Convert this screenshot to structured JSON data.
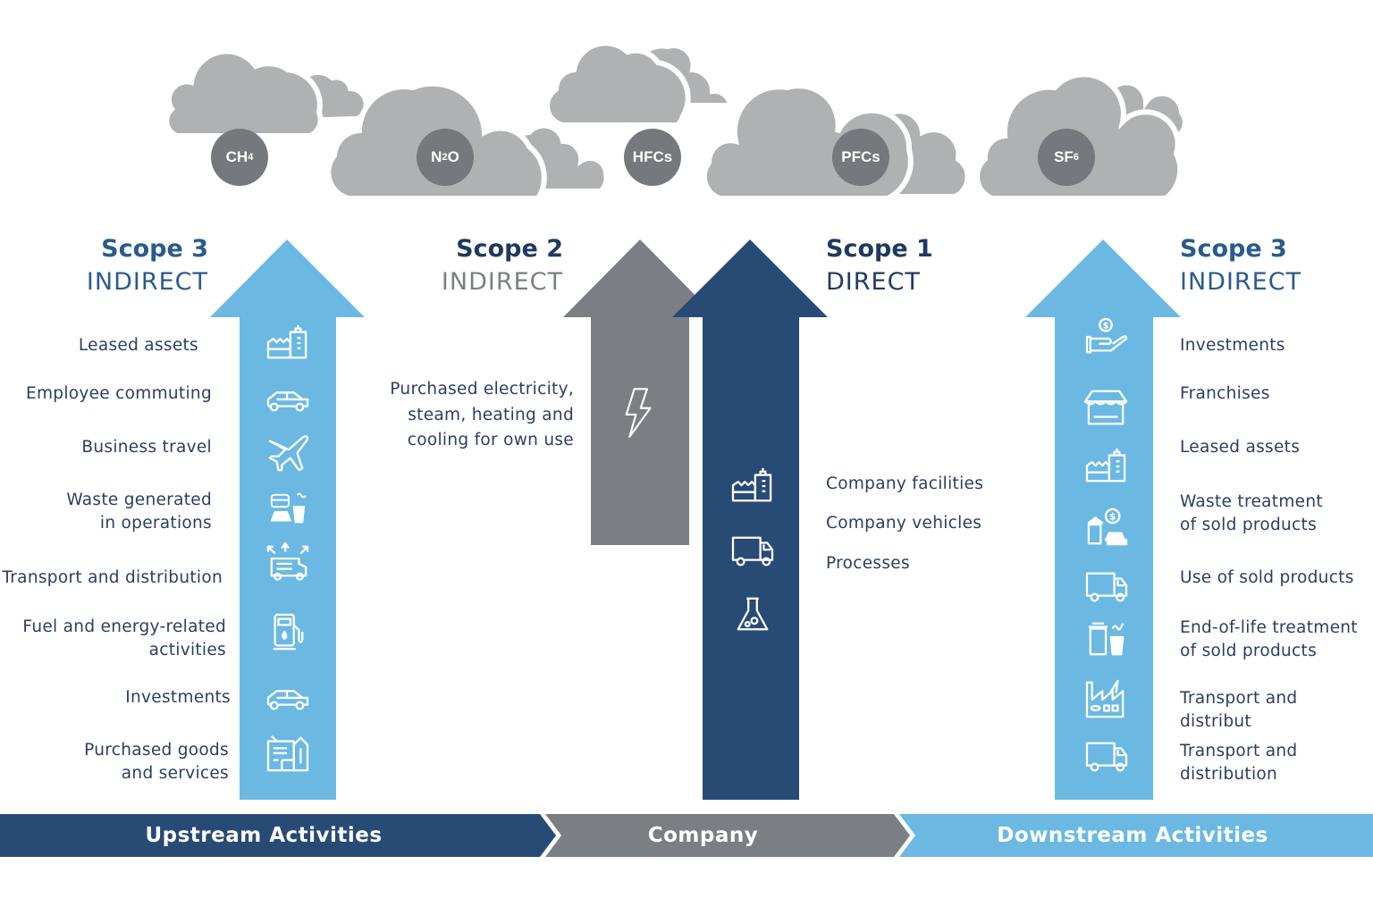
{
  "gases": [
    {
      "base": "CH",
      "sub": "4",
      "suffix": ""
    },
    {
      "base": "N",
      "sub": "2",
      "suffix": "O"
    },
    {
      "base": "HFCs",
      "sub": "",
      "suffix": ""
    },
    {
      "base": "PFCs",
      "sub": "",
      "suffix": ""
    },
    {
      "base": "SF",
      "sub": "6",
      "suffix": ""
    }
  ],
  "scopes": {
    "upstream_scope3": {
      "title": "Scope 3",
      "subtitle": "INDIRECT"
    },
    "scope2": {
      "title": "Scope 2",
      "subtitle": "INDIRECT"
    },
    "scope1": {
      "title": "Scope 1",
      "subtitle": "DIRECT"
    },
    "downstream_scope3": {
      "title": "Scope 3",
      "subtitle": "INDIRECT"
    }
  },
  "upstream_items": [
    {
      "label": "Leased assets",
      "icon": "building-icon"
    },
    {
      "label": "Employee commuting",
      "icon": "car-icon"
    },
    {
      "label": "Business travel",
      "icon": "airplane-icon"
    },
    {
      "label": "Waste generated\nin operations",
      "icon": "waste-icon"
    },
    {
      "label": "Transport and distribution",
      "icon": "delivery-truck-icon"
    },
    {
      "label": "Fuel and energy-related\nactivities",
      "icon": "fuel-pump-icon"
    },
    {
      "label": "Investments",
      "icon": "car-icon"
    },
    {
      "label": "Purchased goods\nand services",
      "icon": "goods-icon"
    }
  ],
  "scope2_item": {
    "label": "Purchased electricity,\nsteam, heating and\ncooling for own use",
    "icon": "lightning-icon"
  },
  "scope1_items": [
    {
      "label": "Company facilities",
      "icon": "building-icon"
    },
    {
      "label": "Company vehicles",
      "icon": "truck-icon"
    },
    {
      "label": "Processes",
      "icon": "flask-icon"
    }
  ],
  "downstream_items": [
    {
      "label": "Investments",
      "icon": "hand-coin-icon"
    },
    {
      "label": "Franchises",
      "icon": "storefront-icon"
    },
    {
      "label": "Leased assets",
      "icon": "building-icon"
    },
    {
      "label": "Waste treatment\nof sold products",
      "icon": "waste-coin-icon"
    },
    {
      "label": "Use of sold products",
      "icon": "truck-icon"
    },
    {
      "label": "End-of-life treatment\nof sold products",
      "icon": "bin-icon"
    },
    {
      "label": "Transport and distribut",
      "icon": "factory-icon"
    },
    {
      "label": "Transport and\ndistribution",
      "icon": "truck-icon"
    }
  ],
  "bands": {
    "upstream": "Upstream Activities",
    "company": "Company",
    "downstream": "Downstream Activities"
  },
  "colors": {
    "dark_blue": "#284b75",
    "light_blue": "#6bb9e3",
    "gray": "#7b7f84",
    "cloud": "#b0b1b3",
    "gas_circle": "#75787c",
    "text_dark": "#2b3e62",
    "scope3_title": "#2a5b8c",
    "scope2_sub": "#7b7f84"
  }
}
